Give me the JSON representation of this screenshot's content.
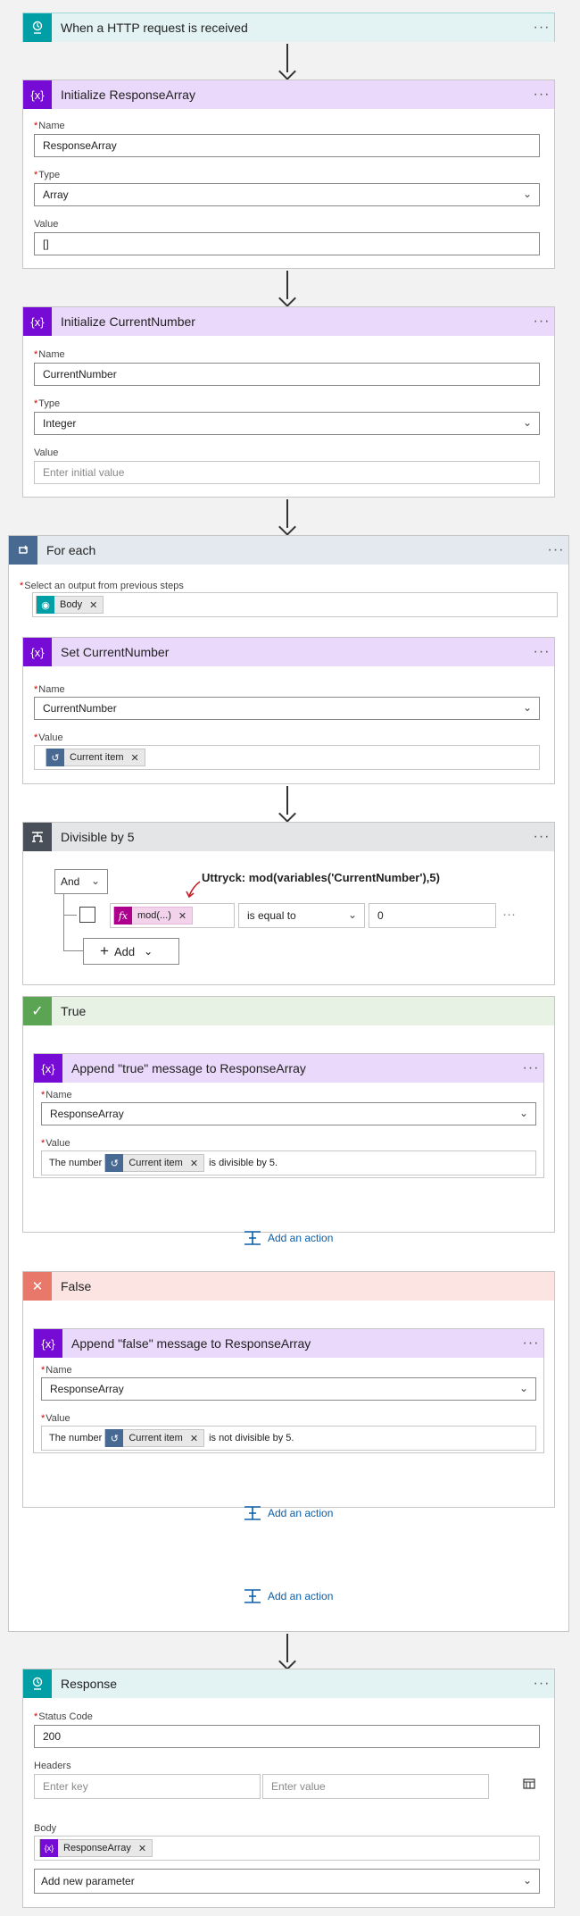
{
  "trigger": {
    "title": "When a HTTP request is received",
    "more": "···"
  },
  "init_response": {
    "title": "Initialize ResponseArray",
    "more": "···",
    "name_label": "Name",
    "name_value": "ResponseArray",
    "type_label": "Type",
    "type_value": "Array",
    "value_label": "Value",
    "value_value": "[]"
  },
  "init_number": {
    "title": "Initialize CurrentNumber",
    "more": "···",
    "name_label": "Name",
    "name_value": "CurrentNumber",
    "type_label": "Type",
    "type_value": "Integer",
    "value_label": "Value",
    "value_placeholder": "Enter initial value"
  },
  "foreach": {
    "title": "For each",
    "more": "···",
    "select_label": "Select an output from previous steps",
    "token": "Body",
    "set": {
      "title": "Set CurrentNumber",
      "more": "···",
      "name_label": "Name",
      "name_value": "CurrentNumber",
      "value_label": "Value",
      "value_token": "Current item"
    },
    "condition": {
      "title": "Divisible by 5",
      "more": "···",
      "and_label": "And",
      "annotation": "Uttryck: mod(variables('CurrentNumber'),5)",
      "operand_token": "mod(...)",
      "operator": "is equal to",
      "operand_value": "0",
      "row_more": "···",
      "add_label": "Add"
    },
    "true_branch": {
      "title": "True",
      "action": {
        "title": "Append \"true\" message to ResponseArray",
        "more": "···",
        "name_label": "Name",
        "name_value": "ResponseArray",
        "value_label": "Value",
        "value_prefix": "The number",
        "value_token": "Current item",
        "value_suffix": "is divisible by 5."
      },
      "add_action": "Add an action"
    },
    "false_branch": {
      "title": "False",
      "action": {
        "title": "Append \"false\" message to ResponseArray",
        "more": "···",
        "name_label": "Name",
        "name_value": "ResponseArray",
        "value_label": "Value",
        "value_prefix": "The number",
        "value_token": "Current item",
        "value_suffix": "is not divisible by 5."
      },
      "add_action": "Add an action"
    },
    "add_action": "Add an action"
  },
  "response": {
    "title": "Response",
    "more": "···",
    "status_label": "Status Code",
    "status_value": "200",
    "headers_label": "Headers",
    "key_placeholder": "Enter key",
    "value_placeholder": "Enter value",
    "body_label": "Body",
    "body_token": "ResponseArray",
    "add_param": "Add new parameter"
  },
  "colors": {
    "request_teal": "#009ea5",
    "variable_purple": "#770bd6",
    "loop_blue": "#486991",
    "condition_gray": "#484f58",
    "true_green": "#5aa454",
    "false_red": "#e8786a",
    "formula_magenta": "#ad008c",
    "link_blue": "#0a5ea8"
  }
}
